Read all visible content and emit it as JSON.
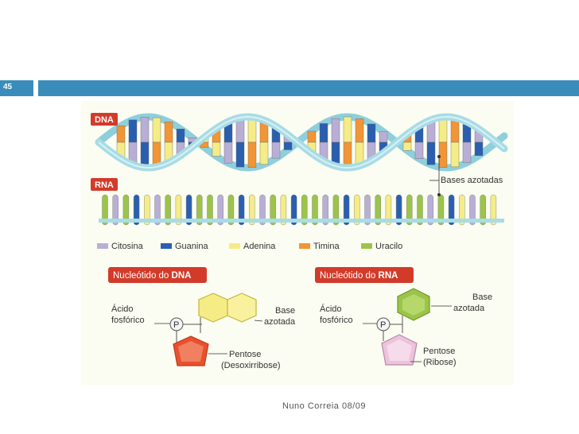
{
  "slide": {
    "number": "45",
    "footer": "Nuno Correia 08/09"
  },
  "colors": {
    "header": "#3a8dba",
    "citosina": "#b9aed6",
    "guanina": "#2a5fb0",
    "adenina": "#f6ec86",
    "timina": "#f29535",
    "uracilo": "#9cc44a",
    "tag": "#d23b2a",
    "helix": "#8fcfdc"
  },
  "diagram": {
    "dna_tag": "DNA",
    "rna_tag": "RNA",
    "bases_label": "Bases azotadas",
    "legend": [
      {
        "label": "Citosina",
        "color": "#b9aed6"
      },
      {
        "label": "Guanina",
        "color": "#2a5fb0"
      },
      {
        "label": "Adenina",
        "color": "#f6ec86"
      },
      {
        "label": "Timina",
        "color": "#f29535"
      },
      {
        "label": "Uracilo",
        "color": "#9cc44a"
      }
    ],
    "dna_nucleotide": {
      "title_prefix": "Nucleótido do ",
      "title_bold": "DNA",
      "acid_line1": "Ácido",
      "acid_line2": "fosfórico",
      "phosphate": "P",
      "base_line1": "Base",
      "base_line2": "azotada",
      "sugar_line1": "Pentose",
      "sugar_line2": "(Desoxirribose)"
    },
    "rna_nucleotide": {
      "title_prefix": "Nucleótido do ",
      "title_bold": "RNA",
      "acid_line1": "Ácido",
      "acid_line2": "fosfórico",
      "phosphate": "P",
      "base_line1": "Base",
      "base_line2": "azotada",
      "sugar_line1": "Pentose",
      "sugar_line2": "(Ribose)"
    }
  }
}
